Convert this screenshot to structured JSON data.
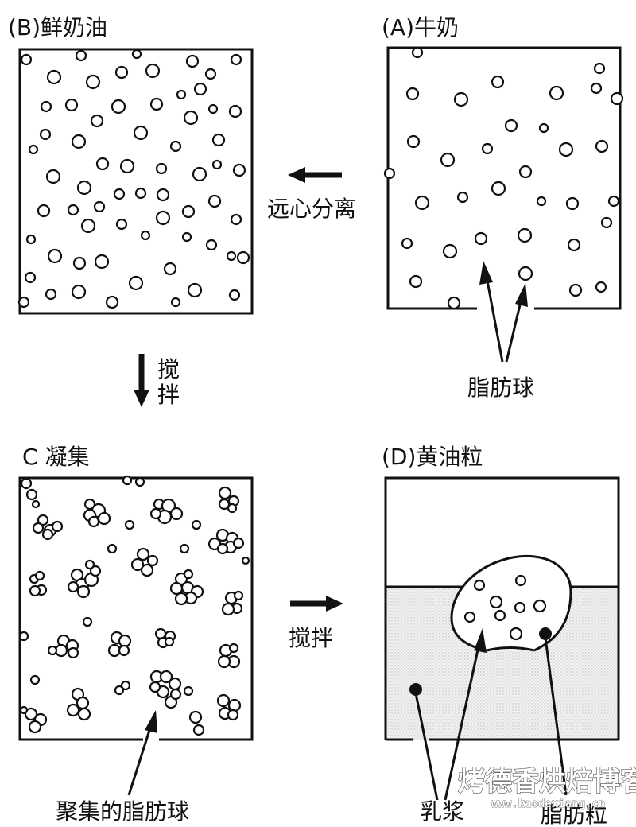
{
  "labels": {
    "a": "(A)牛奶",
    "b": "(B)鲜奶油",
    "c": "C 凝集",
    "d": "(D)黄油粒",
    "centrifuge": "远心分离",
    "stir_v1": "搅",
    "stir_v2": "拌",
    "stir_h": "搅拌",
    "fat_globule": "脂肪球",
    "aggregated": "聚集的脂肪球",
    "buttermilk": "乳浆",
    "fat_grain": "脂肪粒"
  },
  "watermark": {
    "title": "烤德香烘焙博客",
    "url": "www.kaodexiang.cn"
  },
  "colors": {
    "ink": "#111111",
    "liquid": "#e6e6e6",
    "paper": "#ffffff"
  }
}
